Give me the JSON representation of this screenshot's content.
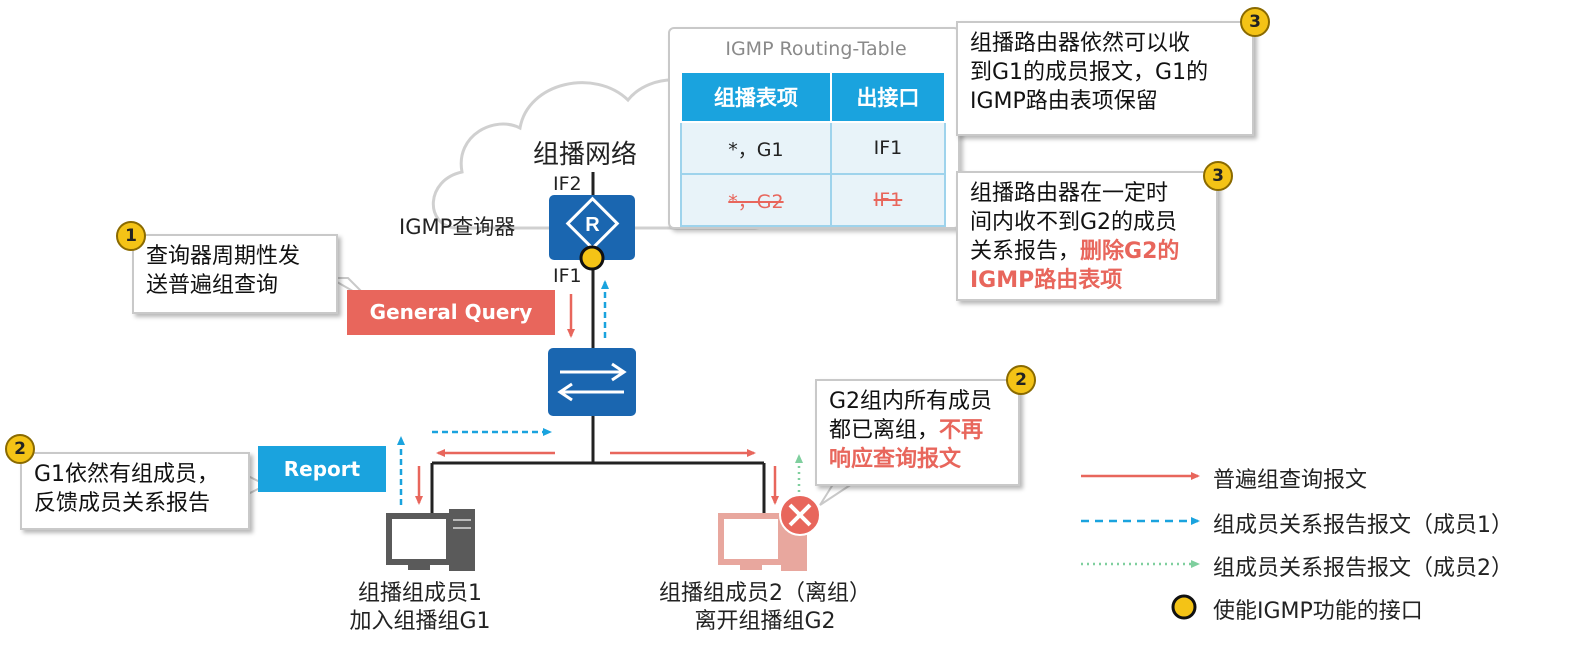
{
  "cloud": {
    "label": "组播网络"
  },
  "router": {
    "name": "IGMP查询器",
    "if_upper": "IF2",
    "if_lower": "IF1"
  },
  "table": {
    "title": "IGMP Routing-Table",
    "headers": [
      "组播表项",
      "出接口"
    ],
    "rows": [
      {
        "entry": "*，G1",
        "iface": "IF1",
        "deleted": false
      },
      {
        "entry": "*，G2",
        "iface": "IF1",
        "deleted": true
      }
    ]
  },
  "callouts": {
    "query": {
      "badge": "1",
      "lines": [
        "查询器周期性发",
        "送普遍组查询"
      ]
    },
    "g1_report": {
      "badge": "2",
      "lines": [
        "G1依然有组成员，",
        "反馈成员关系报告"
      ]
    },
    "g2_leave": {
      "badge": "2",
      "lines": [
        "G2组内所有成员",
        "都已离组，"
      ],
      "highlight": [
        "不再",
        "响应查询报文"
      ]
    },
    "g1_keep": {
      "badge": "3",
      "lines": [
        "组播路由器依然可以收",
        "到G1的成员报文，G1的",
        "IGMP路由表项保留"
      ]
    },
    "g2_delete": {
      "badge": "3",
      "lines": [
        "组播路由器在一定时",
        "间内收不到G2的成员",
        "关系报告，"
      ],
      "highlight": [
        "删除G2的",
        "IGMP路由表项"
      ]
    }
  },
  "messages": {
    "general_query": "General Query",
    "report": "Report"
  },
  "hosts": {
    "member1": {
      "line1": "组播组成员1",
      "line2": "加入组播组G1"
    },
    "member2": {
      "line1": "组播组成员2（离组）",
      "line2": "离开组播组G2"
    }
  },
  "legend": [
    {
      "icon": "solid-red-arrow-icon",
      "label": "普遍组查询报文"
    },
    {
      "icon": "dashed-blue-arrow-icon",
      "label": "组成员关系报告报文（成员1）"
    },
    {
      "icon": "dotted-green-arrow-icon",
      "label": "组成员关系报告报文（成员2）"
    },
    {
      "icon": "yellow-dot-icon",
      "label": "使能IGMP功能的接口"
    }
  ],
  "colors": {
    "query": "#e8665c",
    "report_member1": "#1aa3de",
    "report_member2": "#7fcf9e",
    "device": "#1a66b0",
    "interface": "#f4c316",
    "host_active": "#5a5a5a",
    "host_left": "#e8a79e"
  }
}
